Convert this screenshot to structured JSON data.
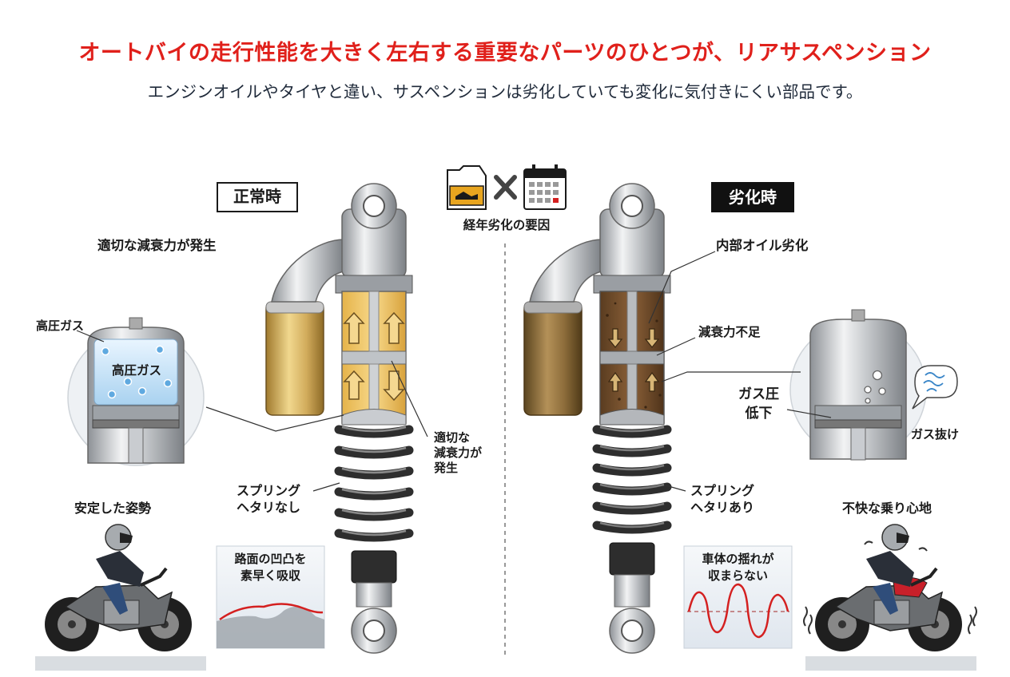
{
  "header": {
    "title": "オートバイの走行性能を大きく左右する重要なパーツのひとつが、リアサスペンション",
    "subtitle": "エンジンオイルやタイヤと違い、サスペンションは劣化していても変化に気付きにくい部品です。"
  },
  "center": {
    "factors_label": "経年劣化の要因",
    "cross_symbol": "×",
    "oil_can_icon": "oil-can-icon",
    "calendar_icon": "calendar-icon"
  },
  "normal": {
    "badge": "正常時",
    "damping_label": "適切な減衰力が発生",
    "gas_label_outer": "高圧ガス",
    "gas_label_inner": "高圧ガス",
    "damping_callout": [
      "適切な",
      "減衰力が",
      "発生"
    ],
    "spring_label": [
      "スプリング",
      "ヘタリなし"
    ],
    "posture_label": "安定した姿勢",
    "graph_label": [
      "路面の凹凸を",
      "素早く吸収"
    ]
  },
  "worn": {
    "badge": "劣化時",
    "oil_label": "内部オイル劣化",
    "damping_label": "減衰力不足",
    "gas_label": [
      "ガス圧",
      "低下"
    ],
    "gas_leak_label": "ガス抜け",
    "spring_label": [
      "スプリング",
      "ヘタリあり"
    ],
    "ride_label": "不快な乗り心地",
    "graph_label": [
      "車体の揺れが",
      "収まらない"
    ]
  },
  "colors": {
    "title_red": "#e0201b",
    "gold": "#d9b060",
    "brown_oil": "#6b4a2a",
    "spring_dark": "#3a3a3a",
    "curve_red": "#d42020"
  }
}
